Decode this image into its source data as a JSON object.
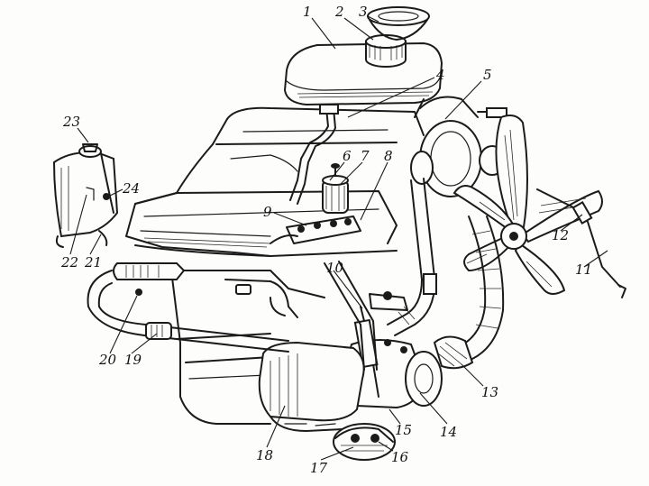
{
  "figure": {
    "callouts": [
      {
        "id": "c1",
        "text": "1"
      },
      {
        "id": "c2",
        "text": "2"
      },
      {
        "id": "c3",
        "text": "3"
      },
      {
        "id": "c4",
        "text": "4"
      },
      {
        "id": "c5",
        "text": "5"
      },
      {
        "id": "c6",
        "text": "6"
      },
      {
        "id": "c7",
        "text": "7"
      },
      {
        "id": "c8",
        "text": "8"
      },
      {
        "id": "c9",
        "text": "9"
      },
      {
        "id": "c10",
        "text": "10"
      },
      {
        "id": "c11",
        "text": "11"
      },
      {
        "id": "c12",
        "text": "12"
      },
      {
        "id": "c13",
        "text": "13"
      },
      {
        "id": "c14",
        "text": "14"
      },
      {
        "id": "c15",
        "text": "15"
      },
      {
        "id": "c16",
        "text": "16"
      },
      {
        "id": "c17",
        "text": "17"
      },
      {
        "id": "c18",
        "text": "18"
      },
      {
        "id": "c19",
        "text": "19"
      },
      {
        "id": "c20",
        "text": "20"
      },
      {
        "id": "c21",
        "text": "21"
      },
      {
        "id": "c22",
        "text": "22"
      },
      {
        "id": "c23",
        "text": "23"
      },
      {
        "id": "c24",
        "text": "24"
      }
    ]
  }
}
